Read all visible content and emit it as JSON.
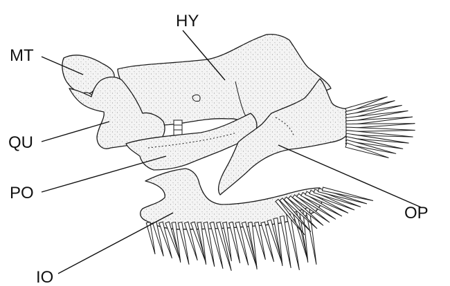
{
  "figure": {
    "labels": {
      "hy": "HY",
      "mt": "MT",
      "qu": "QU",
      "po": "PO",
      "op": "OP",
      "io": "IO"
    }
  },
  "colors": {
    "ink": "#1a1a1a",
    "fill": "#f4f4f4",
    "background": "#ffffff"
  }
}
